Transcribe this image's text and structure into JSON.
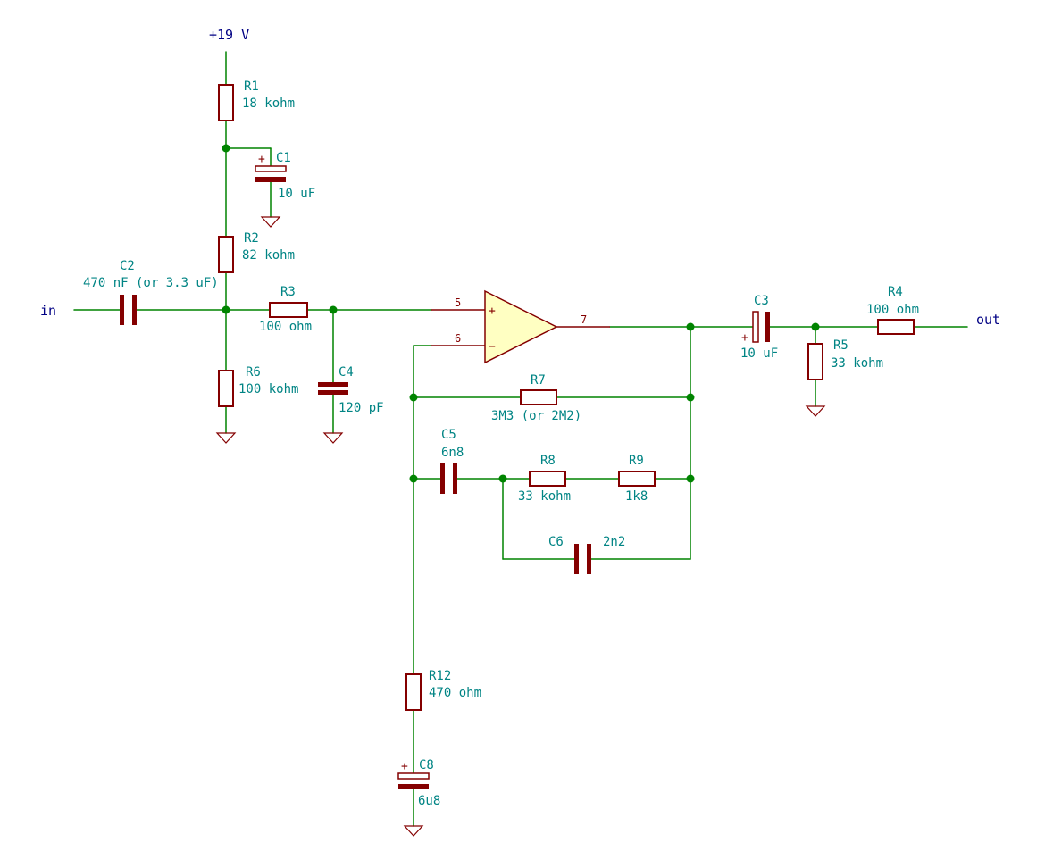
{
  "nets": {
    "supply": "+19 V",
    "input": "in",
    "output": "out"
  },
  "components": {
    "R1": {
      "ref": "R1",
      "value": "18 kohm"
    },
    "R2": {
      "ref": "R2",
      "value": "82 kohm"
    },
    "R3": {
      "ref": "R3",
      "value": "100 ohm"
    },
    "R4": {
      "ref": "R4",
      "value": "100 ohm"
    },
    "R5": {
      "ref": "R5",
      "value": "33 kohm"
    },
    "R6": {
      "ref": "R6",
      "value": "100 kohm"
    },
    "R7": {
      "ref": "R7",
      "value": "3M3 (or 2M2)"
    },
    "R8": {
      "ref": "R8",
      "value": "33 kohm"
    },
    "R9": {
      "ref": "R9",
      "value": "1k8"
    },
    "R12": {
      "ref": "R12",
      "value": "470 ohm"
    },
    "C1": {
      "ref": "C1",
      "value": "10 uF"
    },
    "C2": {
      "ref": "C2",
      "value": "470 nF (or 3.3 uF)"
    },
    "C3": {
      "ref": "C3",
      "value": "10 uF"
    },
    "C4": {
      "ref": "C4",
      "value": "120 pF"
    },
    "C5": {
      "ref": "C5",
      "value": "6n8"
    },
    "C6": {
      "ref": "C6",
      "value": "2n2"
    },
    "C8": {
      "ref": "C8",
      "value": "6u8"
    }
  },
  "opamp": {
    "pin_noninv": "5",
    "pin_inv": "6",
    "pin_out": "7",
    "plus_sign": "+",
    "minus_sign": "−"
  },
  "polarity": {
    "C1": "+",
    "C3": "+",
    "C8": "+"
  }
}
